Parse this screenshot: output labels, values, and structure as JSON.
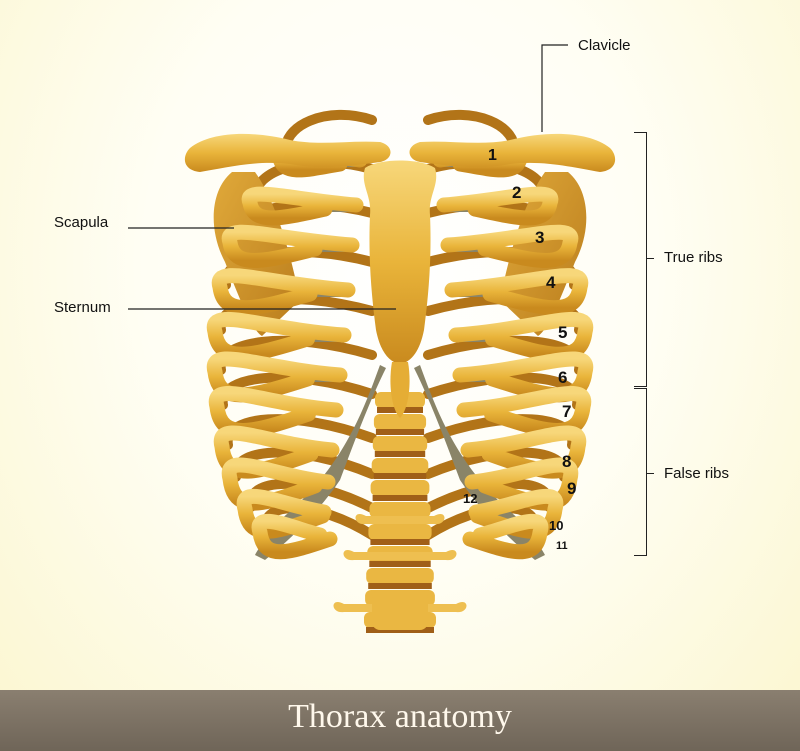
{
  "labels": {
    "clavicle": "Clavicle",
    "scapula": "Scapula",
    "sternum": "Sternum",
    "true_ribs": "True ribs",
    "false_ribs": "False ribs"
  },
  "rib_numbers": [
    "1",
    "2",
    "3",
    "4",
    "5",
    "6",
    "7",
    "8",
    "9",
    "10",
    "11",
    "12"
  ],
  "footer": {
    "title": "Thorax anatomy"
  },
  "colors": {
    "bone": "#e9b43a",
    "bone_dark": "#c98a1e",
    "bone_light": "#f6d57a",
    "cartilage": "#8a8468",
    "footer": "#7a7064"
  }
}
